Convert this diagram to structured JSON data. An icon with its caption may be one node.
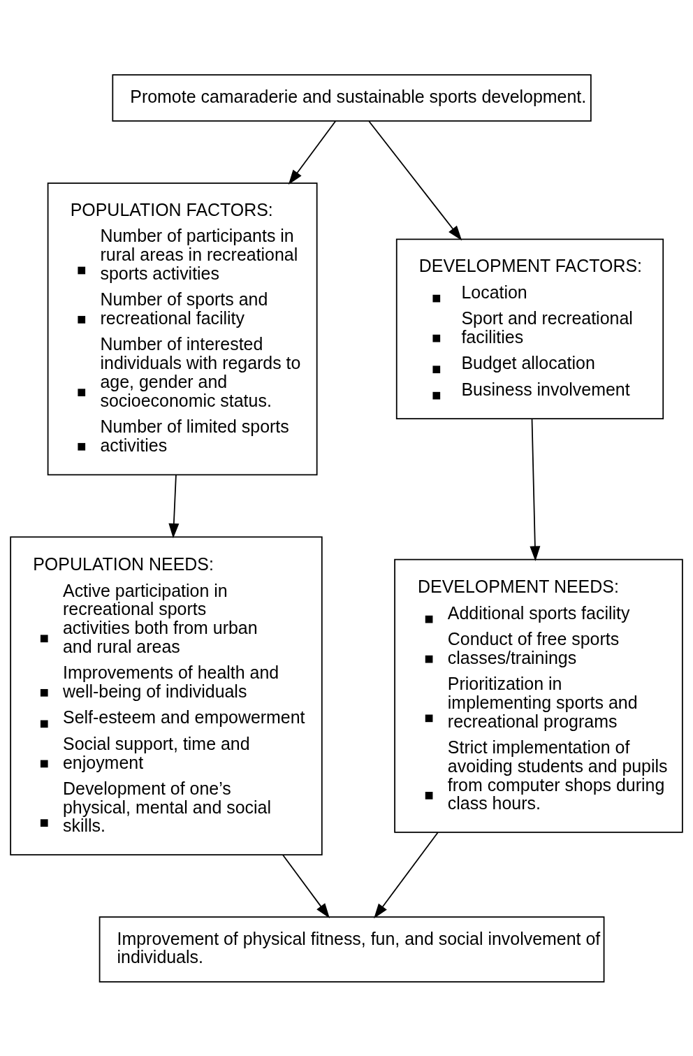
{
  "diagram": {
    "nodes": [
      {
        "text": [
          "Promote camaraderie and sustainable sports development."
        ]
      },
      {
        "text": [
          "POPULATION FACTORS:",
          "Number of participants in rural areas in recreational sports activities",
          "Number of sports and recreational facility",
          "Number of interested individuals with regards to age, gender and socioeconomic status.",
          "Number of limited sports activities"
        ]
      },
      {
        "text": [
          "DEVELOPMENT FACTORS:",
          "Location",
          "Sport and recreational facilities",
          "Budget allocation",
          "Business involvement"
        ]
      },
      {
        "text": [
          "POPULATION NEEDS:",
          "Active participation in recreational sports activities both from urban and rural areas",
          "Improvements of health and well-being of individuals",
          "Self-esteem and empowerment",
          "Social support, time and enjoyment",
          "Development of one’s physical, mental and social skills."
        ]
      },
      {
        "text": [
          "DEVELOPMENT NEEDS:",
          "Additional sports facility",
          "Conduct of free sports classes/trainings",
          "Prioritization in implementing sports and recreational programs",
          "Strict implementation of avoiding students and pupils from computer shops during class hours."
        ]
      },
      {
        "text": [
          "Improvement of physical fitness, fun, and social involvement of individuals."
        ]
      }
    ],
    "edges": [
      {
        "from": 0,
        "to": 1,
        "arrow": "to"
      },
      {
        "from": 0,
        "to": 2,
        "arrow": "to"
      },
      {
        "from": 1,
        "to": 3,
        "arrow": "to"
      },
      {
        "from": 2,
        "to": 4,
        "arrow": "to"
      },
      {
        "from": 3,
        "to": 5,
        "arrow": "to"
      },
      {
        "from": 4,
        "to": 5,
        "arrow": "to"
      }
    ]
  }
}
